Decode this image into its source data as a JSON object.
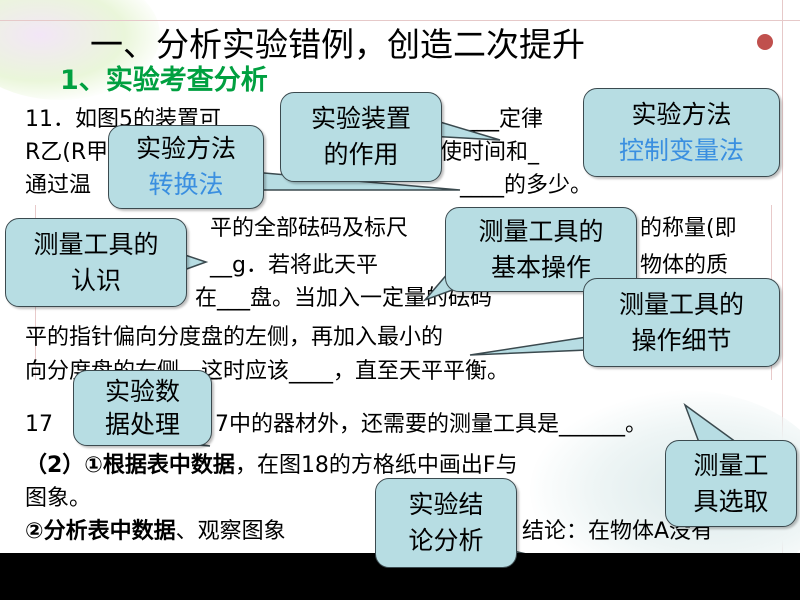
{
  "slide": {
    "title": "一、分析实验错例，创造二次提升",
    "subtitle": "1、实验考查分析",
    "colors": {
      "callout_fill": "#b7dde3",
      "subtitle": "#00a040",
      "method_highlight": "#3a8fe0"
    }
  },
  "text_fragments": {
    "l1a": "11．如图5的装置可",
    "l1b": "____定律",
    "l2a": "R乙(R甲",
    "l2b": "使时间和_",
    "l3a": "通过温",
    "l3b": "____的多少。",
    "l4a": "平的全部砝码及标尺",
    "l4b": "的称量(即",
    "l5a": "__g．若将此天平",
    "l5b": "物体的质",
    "l6a": "在___盘。当加入一定量的砝码",
    "l7": "平的指针偏向分度盘的左侧，再加入最小的",
    "l8": "向分度盘的右侧，这时应该____，直至天平平衡。",
    "l9a": "17",
    "l9b": "7中的器材外，还需要的测量工具是______。",
    "l10a": "（2）①根据表中数据",
    "l10b": "，在图18的方格纸中画出F与",
    "l11": "图象。",
    "l12a": "②分析表中数据",
    "l12b": "、观察图象",
    "l12c": "结论：在物体A没有"
  },
  "callouts": [
    {
      "line1": "实验装置",
      "line2": "的作用"
    },
    {
      "line1": "实验方法",
      "line2": "转换法"
    },
    {
      "line1": "实验方法",
      "line2": "控制变量法"
    },
    {
      "line1": "测量工具的",
      "line2": "认识"
    },
    {
      "line1": "测量工具的",
      "line2": "基本操作"
    },
    {
      "line1": "测量工具的",
      "line2": "操作细节"
    },
    {
      "line1": "实验数",
      "line2": "据处理"
    },
    {
      "line1": "测量工",
      "line2": "具选取"
    },
    {
      "line1": "实验结",
      "line2": "论分析"
    }
  ]
}
